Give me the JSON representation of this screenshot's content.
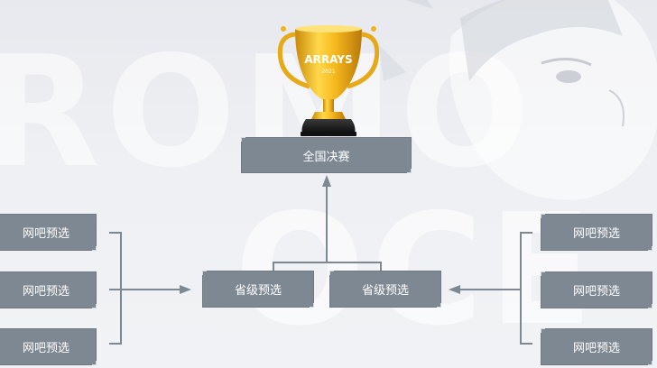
{
  "bracket": {
    "final": "全国决赛",
    "provincial_left": "省级预选",
    "provincial_right": "省级预选",
    "cafe_left": [
      "网吧预选",
      "网吧预选",
      "网吧预选"
    ],
    "cafe_right": [
      "网吧预选",
      "网吧预选",
      "网吧预选"
    ]
  },
  "trophy": {
    "label": "ARRAYS",
    "sublabel": "2021"
  },
  "colors": {
    "box": "#7e8893",
    "line": "#7e8893",
    "background": "#eceef2",
    "gold": "#f2b41c"
  }
}
